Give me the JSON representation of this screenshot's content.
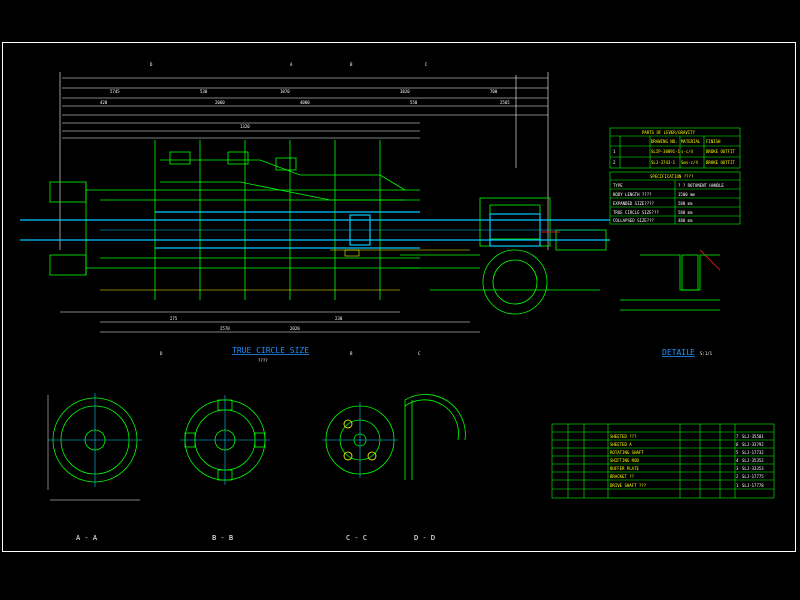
{
  "colors": {
    "background": "#000000",
    "frame": "#ffffff",
    "dimension": "#ffffff",
    "outline_green": "#00ff00",
    "outline_cyan": "#00c8ff",
    "shaft_blue": "#1e90ff",
    "accent_yellow": "#ffff00",
    "accent_red": "#ff2020",
    "accent_magenta": "#ff40ff"
  },
  "drawing": {
    "main_view": {
      "section_markers": [
        "D",
        "A",
        "B",
        "C",
        "D",
        "B",
        "C"
      ],
      "caption": "TRUE CIRCLE SIZE",
      "caption_sub": "????",
      "dims_top": [
        "5745",
        "530",
        "1870",
        "3820",
        "700"
      ],
      "dims_row2": [
        "420",
        "2060",
        "4080",
        "550",
        "2565"
      ],
      "dims_bottom": [
        "275",
        "2570",
        "2020",
        "230",
        "1320"
      ]
    },
    "detail": {
      "caption": "DETAIL",
      "letter": "E",
      "scale": "S:1/1"
    },
    "section_views": [
      {
        "label": "A - A"
      },
      {
        "label": "B - B"
      },
      {
        "label": "C - C"
      },
      {
        "label": "D - D"
      }
    ],
    "table_parts": {
      "header": "PARTS OF LEVER/GRAVITY",
      "col_headers": [
        "DRAWING NO.",
        "MATERIAL",
        "FINISH"
      ],
      "rows": [
        [
          "1",
          "SLIP-38891-1",
          "s-c/4",
          "BROKE OUTFIT"
        ],
        [
          "2",
          "SLJ-3743-1",
          "Sms-c/4",
          "BROKE OUTFIT"
        ]
      ]
    },
    "table_spec": {
      "header": "SPECIFICATION ????",
      "rows": [
        [
          "TYPE",
          "? ? ROTAMENT HANDLE"
        ],
        [
          "BODY LENGTH ????",
          "1500 mm"
        ],
        [
          "EXPANDED SIZE????",
          "580 mm"
        ],
        [
          "TRUE CIRCLE SIZE???",
          "580 mm"
        ],
        [
          "COLLAPSED SIZE???",
          "480 mm"
        ]
      ]
    },
    "parts_list": {
      "rows": [
        [
          "SHEETED ???",
          "7",
          "SLJ-35501"
        ],
        [
          "SHEETED A",
          "6",
          "SLJ-33792"
        ],
        [
          "ROTATING SHAFT",
          "5",
          "SLJ-17732"
        ],
        [
          "SHIFTING ROD",
          "4",
          "SLJ-35352"
        ],
        [
          "BUFFER PLATE",
          "3",
          "SLJ-33353"
        ],
        [
          "BRACKET ??",
          "2",
          "SLJ-17775"
        ],
        [
          "DRIVE SHAFT ???",
          "1",
          "SLJ-17778"
        ]
      ]
    }
  }
}
